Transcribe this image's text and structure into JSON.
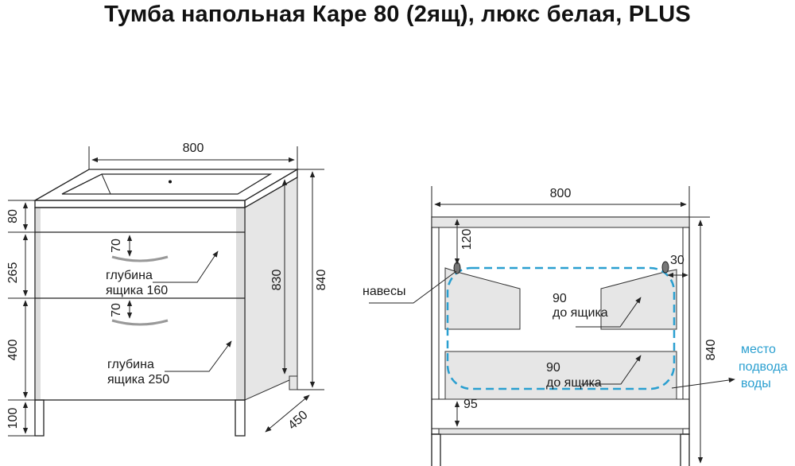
{
  "title": "Тумба напольная Каре 80 (2ящ), люкс белая, PLUS",
  "front_view": {
    "width": "800",
    "height_total": "840",
    "height_body": "830",
    "depth": "450",
    "section_heights": [
      "80",
      "265",
      "400",
      "100"
    ],
    "handle_offsets": [
      "70",
      "70"
    ],
    "drawer1_label": [
      "глубина",
      "ящика 160"
    ],
    "drawer2_label": [
      "глубина",
      "ящика 250"
    ]
  },
  "back_view": {
    "width": "800",
    "height_total": "840",
    "hinge_top_offset": "120",
    "hinge_side_offset": "30",
    "bottom_offset": "95",
    "hinges_label": "навесы",
    "upper_clearance": [
      "90",
      "до ящика"
    ],
    "lower_clearance": [
      "90",
      "до ящика"
    ],
    "water_label": [
      "место",
      "подвода",
      "воды"
    ]
  },
  "colors": {
    "accent_blue": "#2a9fd0",
    "panel_gray": "#e6e6e6"
  }
}
